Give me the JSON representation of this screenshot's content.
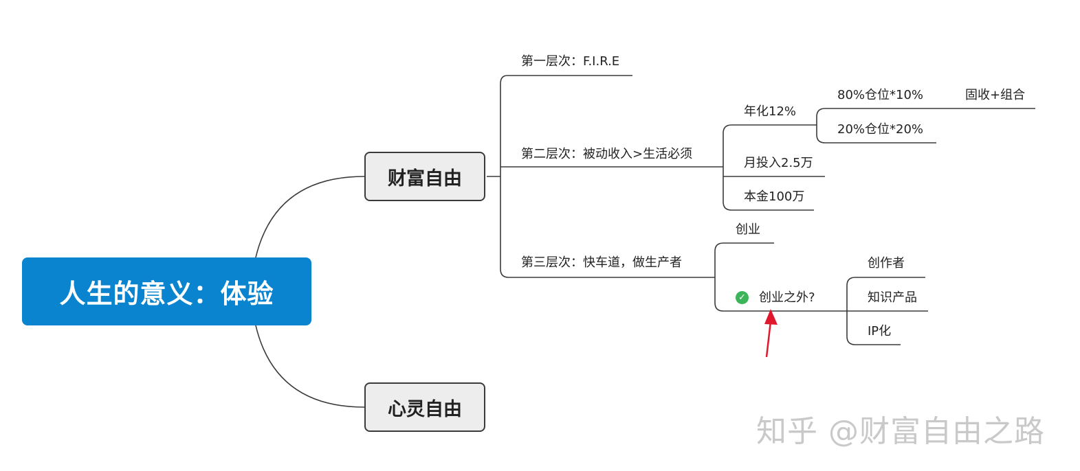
{
  "root": {
    "label": "人生的意义：体验"
  },
  "branches": {
    "wealth": {
      "label": "财富自由"
    },
    "spirit": {
      "label": "心灵自由"
    }
  },
  "wealth_children": {
    "level1": "第一层次：F.I.R.E",
    "level2": "第二层次：被动收入>生活必须",
    "level3": "第三层次：快车道，做生产者"
  },
  "level2_children": {
    "annual": "年化12%",
    "monthly": "月投入2.5万",
    "principal": "本金100万"
  },
  "annual_children": {
    "pos80": "80%仓位*10%",
    "pos20": "20%仓位*20%"
  },
  "pos80_children": {
    "fixed": "固收+组合"
  },
  "level3_children": {
    "startup": "创业",
    "beyond": "创业之外?"
  },
  "beyond_children": {
    "creator": "创作者",
    "knowledge": "知识产品",
    "ip": "IP化"
  },
  "colors": {
    "root_bg": "#0a84cf",
    "node_bg": "#ededed",
    "line": "#3a3a3a",
    "check": "#3cb55a",
    "arrow": "#e0182d",
    "watermark": "#c9c9c9"
  },
  "icons": {
    "done": "check-circle-icon",
    "pointer": "red-arrow-icon"
  },
  "watermark": "知乎 @财富自由之路"
}
